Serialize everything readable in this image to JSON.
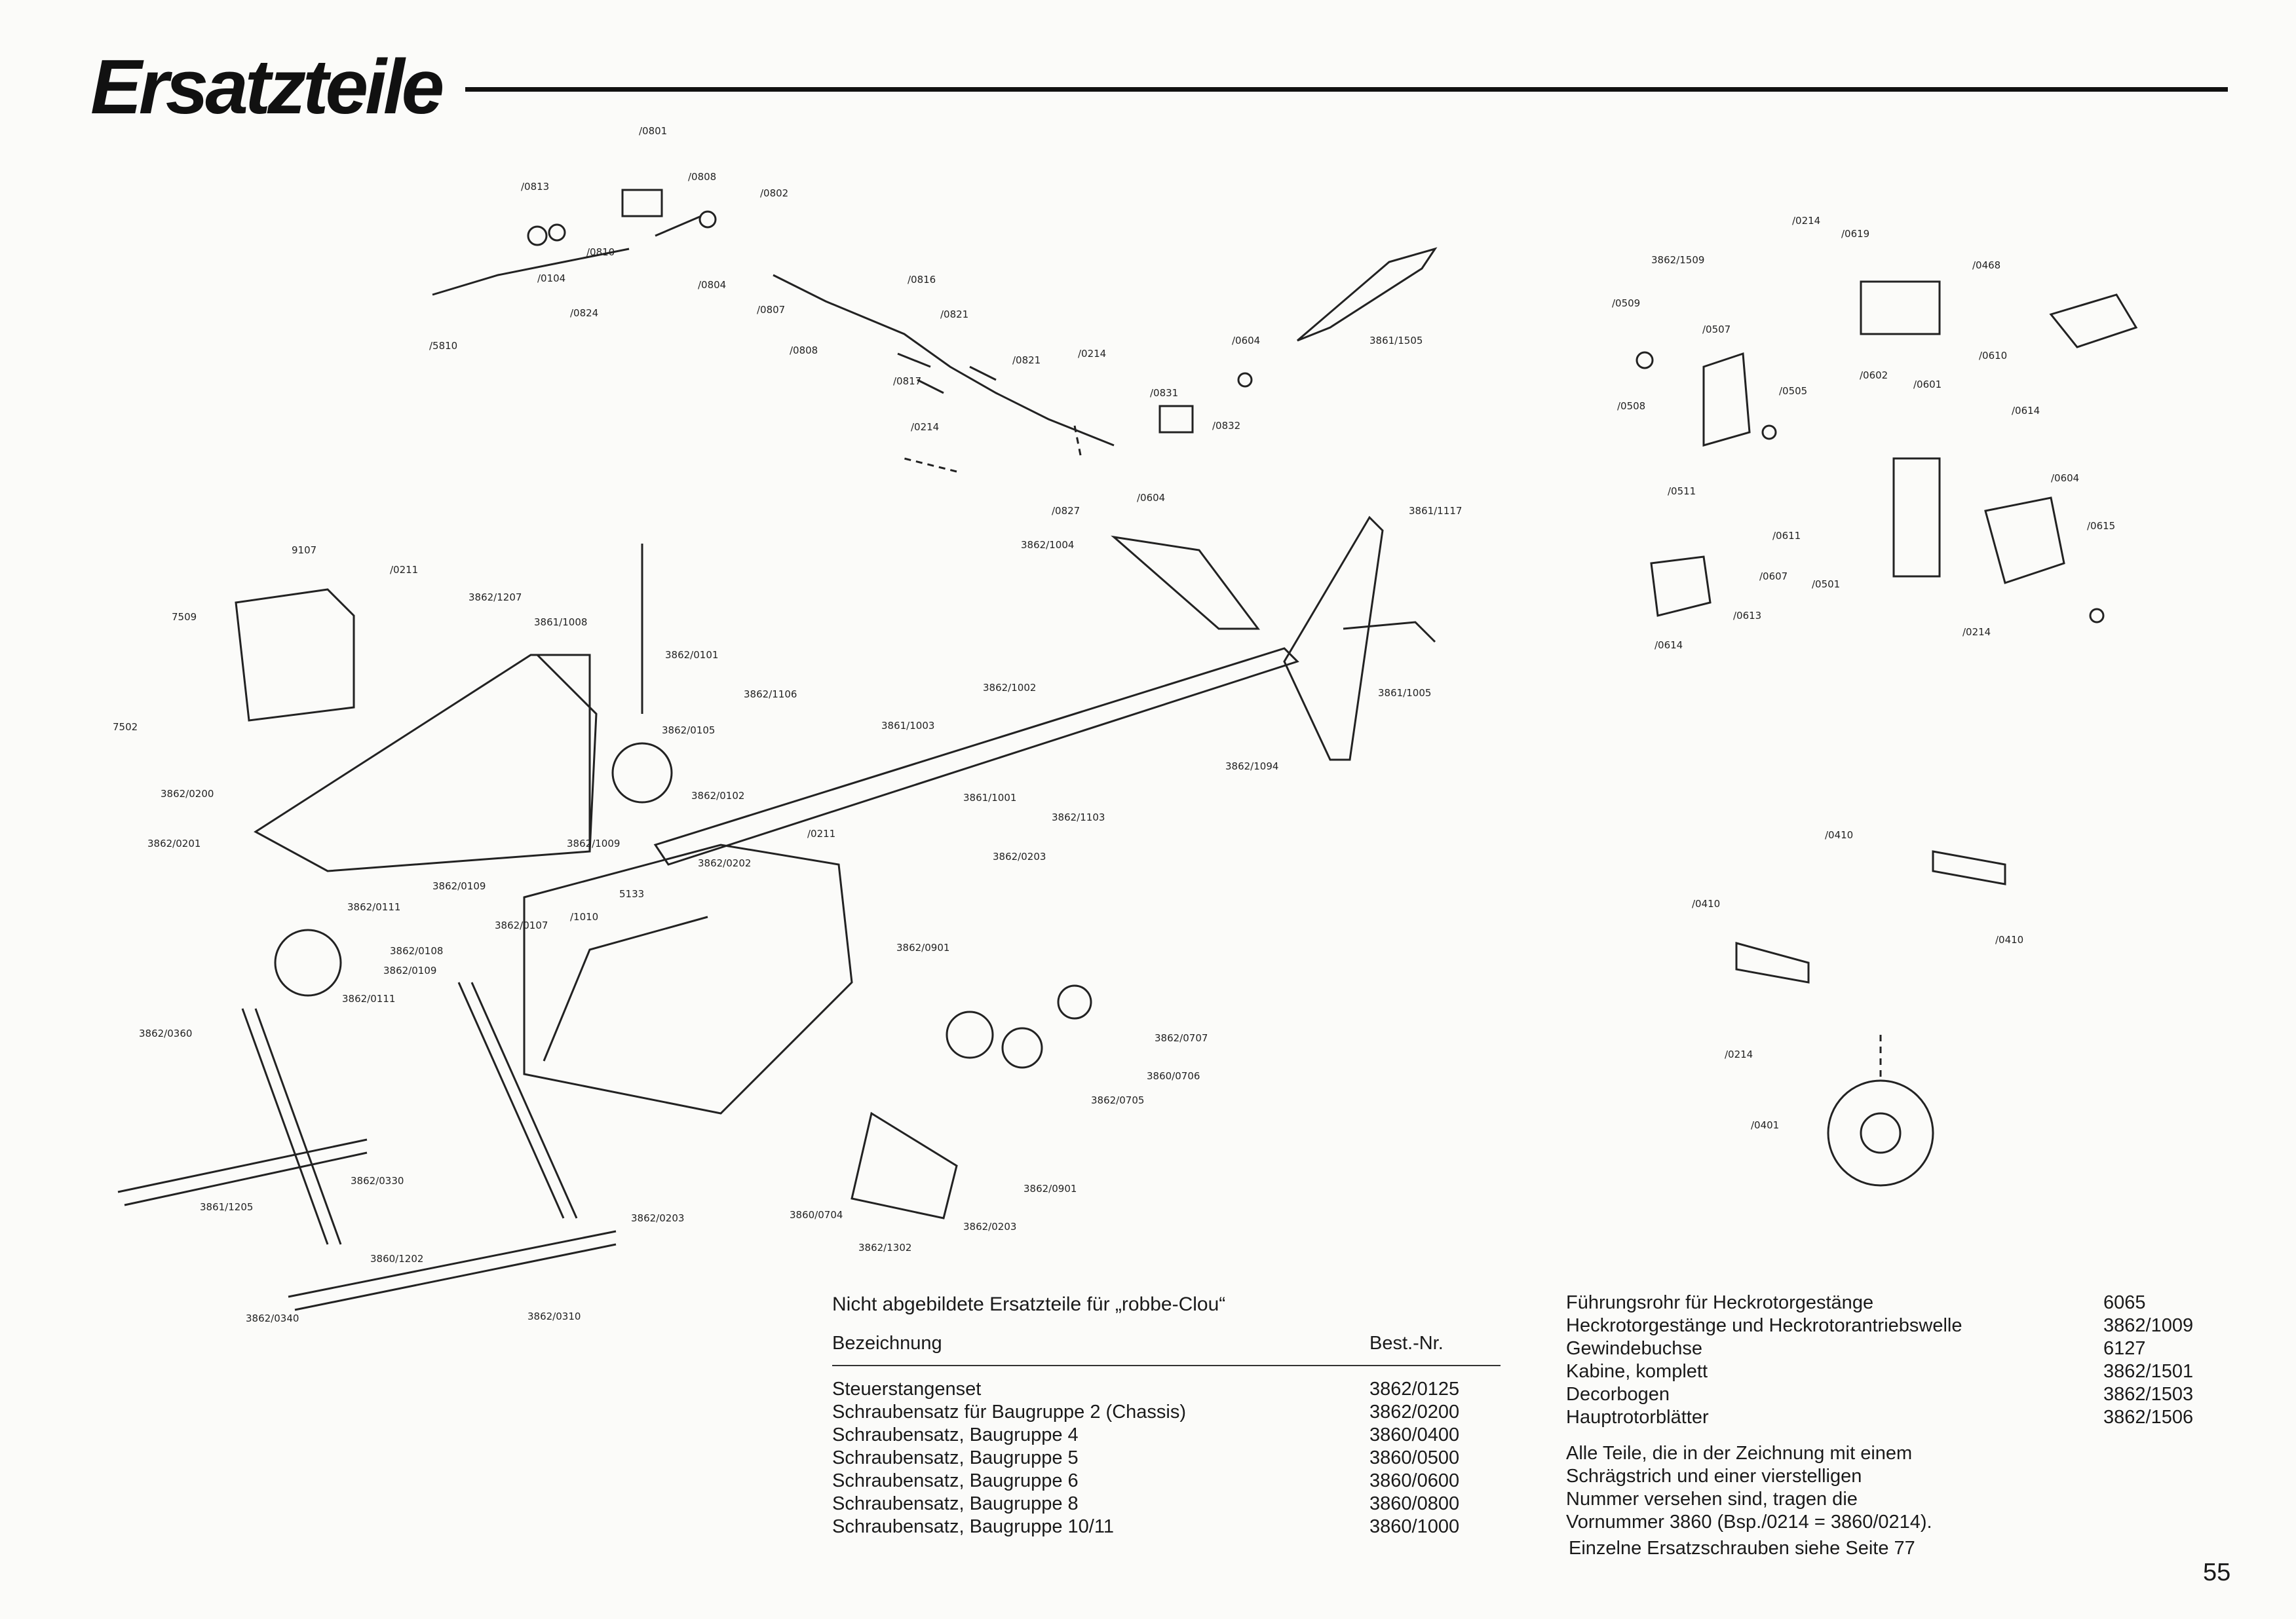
{
  "page_title": "Ersatzteile",
  "page_number": "55",
  "labels": [
    "/0801",
    "/0813",
    "/0808",
    "/0802",
    "/0810",
    "/0104",
    "/0804",
    "/0807",
    "/0808",
    "/0824",
    "/0816",
    "/0821",
    "/0821",
    "/0817",
    "/0214",
    "/0214",
    "/0831",
    "/0832",
    "/0604",
    "/0604",
    "/0827",
    "3861/1505",
    "/5810",
    "3862/1509",
    "/0214",
    "/0619",
    "/0468",
    "/0509",
    "/0507",
    "/0508",
    "/0505",
    "/0602",
    "/0601",
    "/0610",
    "/0614",
    "/0604",
    "/0615",
    "/0511",
    "/0611",
    "/0607",
    "/0501",
    "/0613",
    "/0614",
    "/0214",
    "9107",
    "/0211",
    "3862/1207",
    "7509",
    "3861/1008",
    "3862/0101",
    "7502",
    "3862/1106",
    "3862/0105",
    "3862/1002",
    "3861/1003",
    "3861/1117",
    "3862/1004",
    "3861/1005",
    "3862/0102",
    "3862/0200",
    "3861/1001",
    "3862/1094",
    "3862/1103",
    "3862/0201",
    "/0211",
    "3862/1009",
    "5133",
    "/1010",
    "3862/0109",
    "3862/0111",
    "3862/0107",
    "3862/0108",
    "3862/0109",
    "3862/0111",
    "3862/0202",
    "3862/0203",
    "3862/0901",
    "3862/0360",
    "3862/0707",
    "3860/0706",
    "3862/0705",
    "3862/0330",
    "3861/1205",
    "3862/0203",
    "3860/0704",
    "3862/0901",
    "3862/0203",
    "3862/1302",
    "3860/1202",
    "3862/0340",
    "3862/0310",
    "/0410",
    "/0410",
    "/0410",
    "/0214",
    "/0401"
  ],
  "table_left": {
    "heading": "Nicht abgebildete Ersatzteile für „robbe-Clou“",
    "col_name": "Bezeichnung",
    "col_nr": "Best.-Nr.",
    "rows": [
      {
        "name": "Steuerstangenset",
        "nr": "3862/0125"
      },
      {
        "name": "Schraubensatz für Baugruppe 2 (Chassis)",
        "nr": "3862/0200"
      },
      {
        "name": "Schraubensatz, Baugruppe 4",
        "nr": "3860/0400"
      },
      {
        "name": "Schraubensatz, Baugruppe 5",
        "nr": "3860/0500"
      },
      {
        "name": "Schraubensatz, Baugruppe 6",
        "nr": "3860/0600"
      },
      {
        "name": "Schraubensatz, Baugruppe 8",
        "nr": "3860/0800"
      },
      {
        "name": "Schraubensatz, Baugruppe 10/11",
        "nr": "3860/1000"
      }
    ]
  },
  "table_right": {
    "rows": [
      {
        "name": "Führungsrohr für Heckrotorgestänge",
        "nr": "6065"
      },
      {
        "name": "Heckrotorgestänge und Heckrotorantriebswelle",
        "nr": "3862/1009"
      },
      {
        "name": "Gewindebuchse",
        "nr": "6127"
      },
      {
        "name": "Kabine, komplett",
        "nr": "3862/1501"
      },
      {
        "name": "Decorbogen",
        "nr": "3862/1503"
      },
      {
        "name": "Hauptrotorblätter",
        "nr": "3862/1506"
      }
    ],
    "note": "Alle Teile, die in der Zeichnung mit einem Schrägstrich und einer vierstelligen Nummer versehen sind, tragen die Vornummer 3860 (Bsp./0214 = 3860/0214).",
    "footer": "Einzelne Ersatzschrauben siehe Seite 77"
  }
}
